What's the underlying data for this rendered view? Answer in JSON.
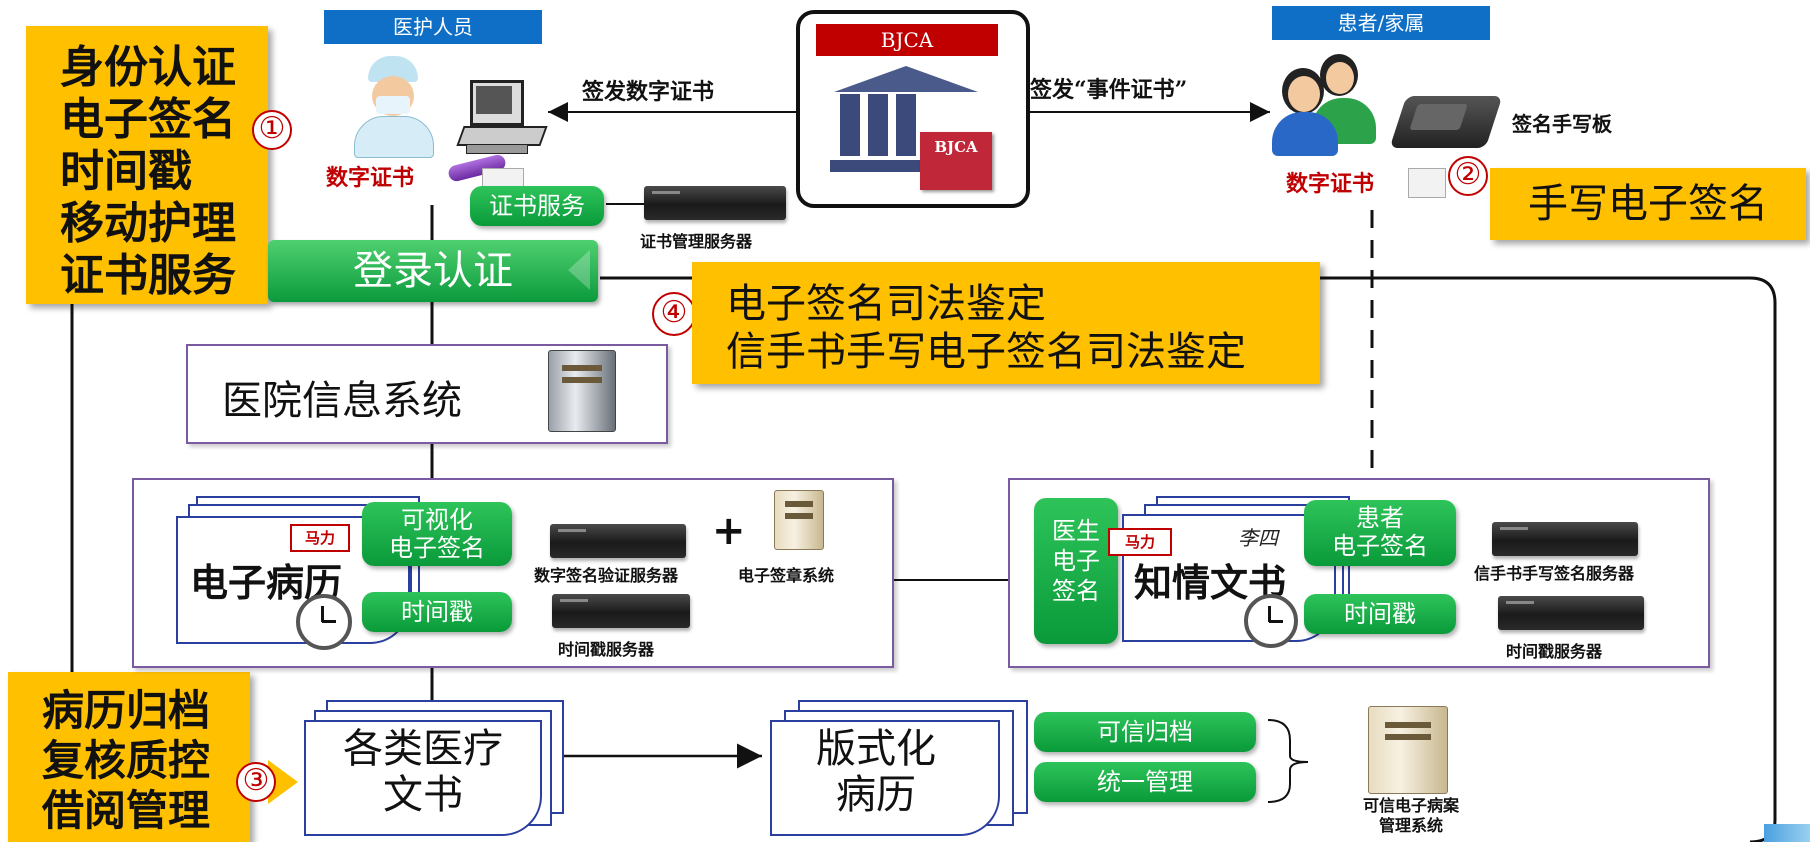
{
  "left_top_list": [
    "身份认证",
    "电子签名",
    "时间戳",
    "移动护理",
    "证书服务"
  ],
  "left_bottom_list": [
    "病历归档",
    "复核质控",
    "借阅管理"
  ],
  "medical_staff": {
    "header": "医护人员",
    "cert_label": "数字证书"
  },
  "patient": {
    "header": "患者/家属",
    "cert_label": "数字证书",
    "pad_label": "签名手写板"
  },
  "bjca": {
    "label": "BJCA",
    "badge": "BJCA"
  },
  "arrows": {
    "issue_digital": "签发数字证书",
    "issue_event": "签发“事件证书”"
  },
  "cert_service": {
    "pill": "证书服务",
    "server_label": "证书管理服务器"
  },
  "handwrite_box": "手写电子签名",
  "login_banner": "登录认证",
  "judicial": {
    "line1": "电子签名司法鉴定",
    "line2": "信手书手写电子签名司法鉴定"
  },
  "his": "医院信息系统",
  "emr": {
    "title": "电子病历",
    "stamp": "马力",
    "visual_sign": "可视化\n电子签名",
    "timestamp": "时间戳",
    "verify_server": "数字签名验证服务器",
    "plus": "+",
    "seal_system": "电子签章系统",
    "ts_server": "时间戳服务器"
  },
  "consent": {
    "title": "知情文书",
    "stamp": "马力",
    "handsig": "李四",
    "doctor_sign": "医生\n电子\n签名",
    "patient_sign": "患者\n电子签名",
    "timestamp": "时间戳",
    "hw_server": "信手书手写签名服务器",
    "ts_server": "时间戳服务器"
  },
  "bottom": {
    "docs": "各类医疗\n文书",
    "layout_records": "版式化\n病历",
    "trusted_archive": "可信归档",
    "unified_mgmt": "统一管理",
    "archive_system": "可信电子病案\n管理系统"
  },
  "circle_nums": [
    "①",
    "②",
    "③",
    "④"
  ],
  "colors": {
    "yellow": "#ffc000",
    "green": "#1aa84a",
    "blue": "#0f6fc6",
    "red": "#c00000"
  }
}
